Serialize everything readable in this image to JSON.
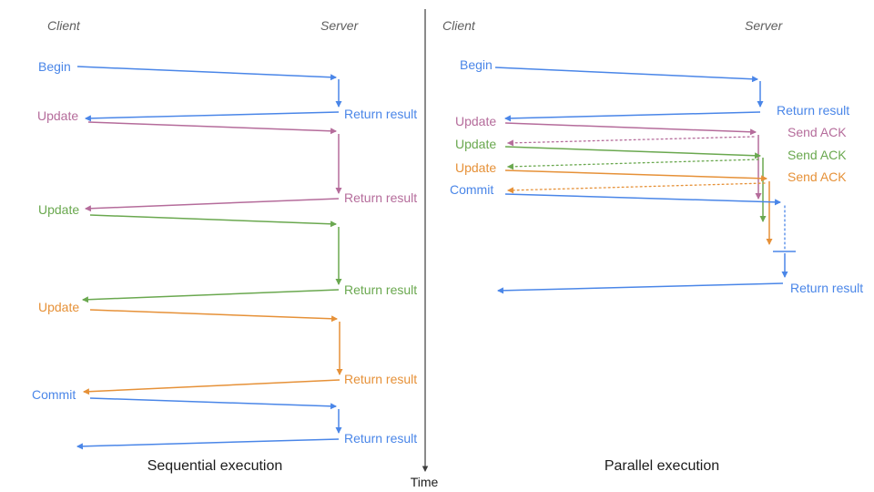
{
  "colors": {
    "blue": "#4a86e8",
    "magenta": "#b56c9b",
    "green": "#6aa84f",
    "orange": "#e69138",
    "axis": "#3d3d3d"
  },
  "axis": {
    "label": "Time"
  },
  "left": {
    "title": "Sequential execution",
    "client": "Client",
    "server": "Server",
    "calls": [
      {
        "request": "Begin",
        "response": "Return result"
      },
      {
        "request": "Update",
        "response": "Return result"
      },
      {
        "request": "Update",
        "response": "Return result"
      },
      {
        "request": "Update",
        "response": "Return result"
      },
      {
        "request": "Commit",
        "response": "Return result"
      }
    ]
  },
  "right": {
    "title": "Parallel execution",
    "client": "Client",
    "server": "Server",
    "calls": [
      {
        "request": "Begin",
        "response": "Return result"
      },
      {
        "request": "Update",
        "response": "Send ACK"
      },
      {
        "request": "Update",
        "response": "Send ACK"
      },
      {
        "request": "Update",
        "response": "Send ACK"
      },
      {
        "request": "Commit",
        "response": "Return result"
      }
    ]
  }
}
